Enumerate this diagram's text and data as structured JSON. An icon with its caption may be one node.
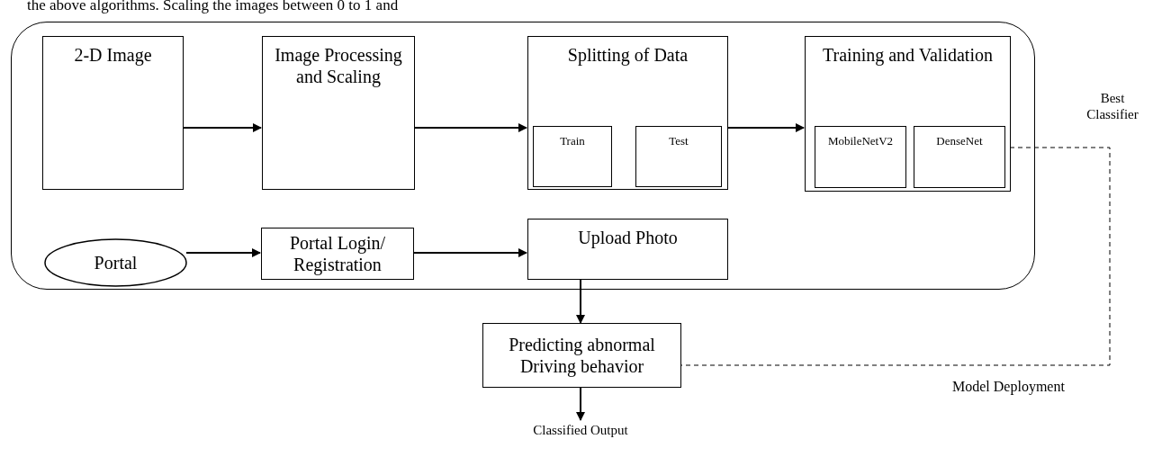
{
  "diagram": {
    "nodes": [
      {
        "text": [],
        "shape": "box"
      },
      {
        "text": [
          "2-D Image"
        ],
        "in": 0
      },
      {
        "text": [
          "Image Processing and Scaling"
        ],
        "in": 0
      },
      {
        "text": [
          "Splitting of Data"
        ],
        "in": 0
      },
      {
        "text": [
          "Train"
        ],
        "in": 3
      },
      {
        "text": [
          "Test"
        ],
        "in": 3
      },
      {
        "text": [
          "Training and Validation"
        ],
        "in": 0
      },
      {
        "text": [
          "MobileNetV2"
        ],
        "in": 6
      },
      {
        "text": [
          "DenseNet"
        ],
        "in": 6
      },
      {
        "text": [
          "Portal"
        ],
        "in": 0
      },
      {
        "text": [
          "Portal Login/ Registration"
        ],
        "in": 0
      },
      {
        "text": [
          "Upload Photo"
        ],
        "in": 0
      },
      {
        "text": [
          "Predicting abnormal Driving behavior"
        ]
      },
      {
        "text": [
          "Classified Output"
        ]
      }
    ],
    "edges": [
      {
        "from": 1,
        "to": 2,
        "arrow": "to"
      },
      {
        "from": 2,
        "to": 3,
        "arrow": "to"
      },
      {
        "from": 3,
        "to": 6,
        "arrow": "to"
      },
      {
        "from": 9,
        "to": 10,
        "arrow": "to"
      },
      {
        "from": 10,
        "to": 11,
        "arrow": "to"
      },
      {
        "from": 11,
        "to": 12,
        "arrow": "to"
      },
      {
        "from": 12,
        "to": 13,
        "arrow": "to"
      },
      {
        "from": 6,
        "to": 12,
        "arrow": "none",
        "style": "dashed",
        "label": "Model Deployment"
      }
    ],
    "labels": [
      "the above algorithms. Scaling the images between 0 to 1 and",
      "Best Classifier"
    ]
  }
}
